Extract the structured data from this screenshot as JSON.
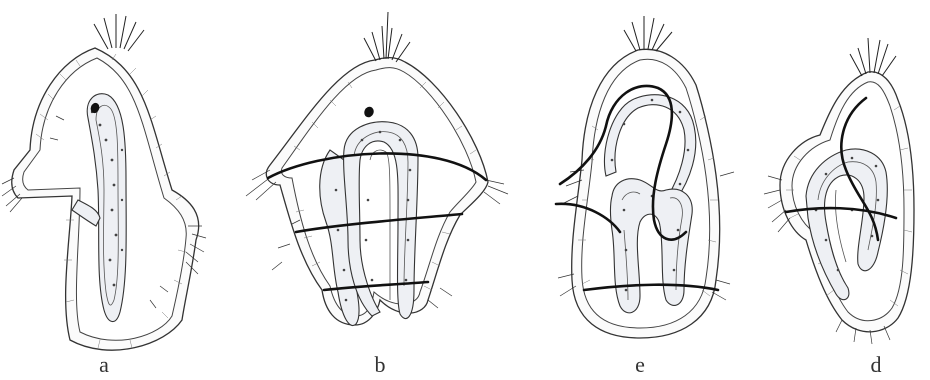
{
  "figure": {
    "panels": [
      {
        "id": "a",
        "label": "a"
      },
      {
        "id": "b",
        "label": "b"
      },
      {
        "id": "e",
        "label": "e"
      },
      {
        "id": "d",
        "label": "d"
      }
    ]
  }
}
